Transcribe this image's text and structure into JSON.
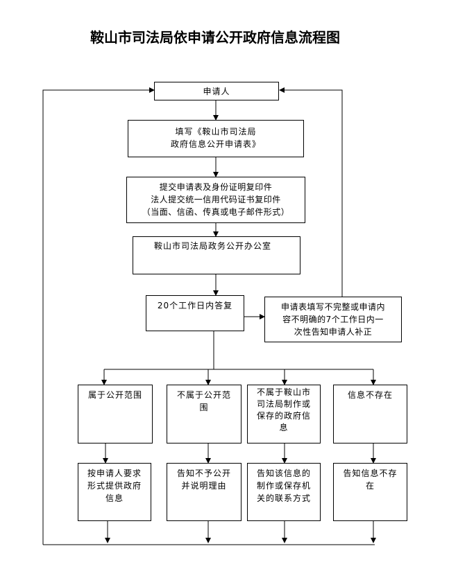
{
  "title": "鞍山市司法局依申请公开政府信息流程图",
  "nodes": {
    "applicant": "申请人",
    "fill_form": "填写《鞍山市司法局\n政府信息公开申请表》",
    "submit": "提交申请表及身份证明复印件\n法人提交统一信用代码证书复印件\n（当面、信函、传真或电子邮件形式）",
    "office": "鞍山市司法局政务公开办公室",
    "reply": "20个工作日内答复",
    "supplement": "申请表填写不完整或申请内\n容不明确的7个工作日内一\n次性告知申请人补正",
    "cat_public": "属于公开范围",
    "cat_not_public": "不属于公开范\n围",
    "cat_not_ours": "不属于鞍山市\n司法局制作或\n保存的政府信\n息",
    "cat_not_exist": "信息不存在",
    "res_public": "按申请人要求\n形式提供政府\n信息",
    "res_not_public": "告知不予公开\n并说明理由",
    "res_not_ours": "告知该信息的\n制作或保存机\n关的联系方式",
    "res_not_exist": "告知信息不存\n在"
  }
}
